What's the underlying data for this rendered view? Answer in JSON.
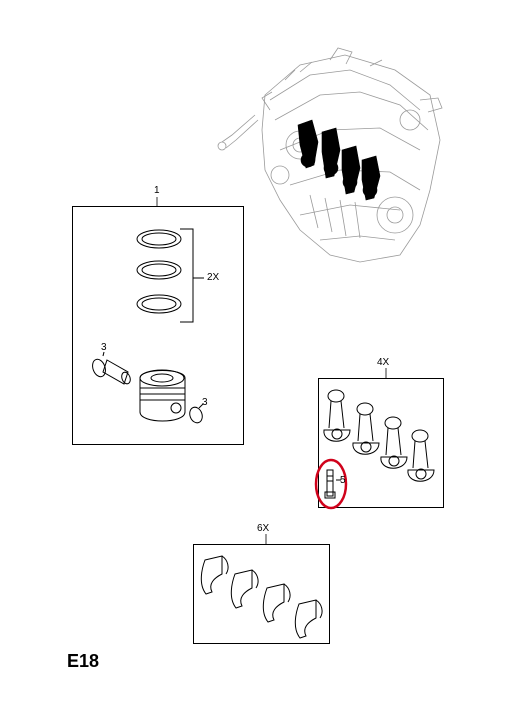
{
  "page_code": "E18",
  "groups": {
    "piston_set": {
      "number": "1",
      "rings_qty": "2X",
      "circlip_left": "3",
      "circlip_right": "3"
    },
    "con_rods": {
      "qty": "4X",
      "bolt_number": "5"
    },
    "bearings": {
      "qty": "6X"
    }
  },
  "colors": {
    "highlight": "#d0021b",
    "line": "#000000"
  }
}
